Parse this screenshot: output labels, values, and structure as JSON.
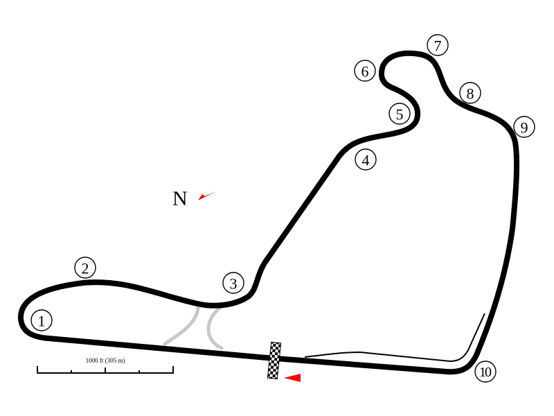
{
  "map": {
    "type": "race-circuit-layout",
    "turns": [
      {
        "number": "1",
        "label": "1"
      },
      {
        "number": "2",
        "label": "2"
      },
      {
        "number": "3",
        "label": "3"
      },
      {
        "number": "4",
        "label": "4"
      },
      {
        "number": "5",
        "label": "5"
      },
      {
        "number": "6",
        "label": "6"
      },
      {
        "number": "7",
        "label": "7"
      },
      {
        "number": "8",
        "label": "8"
      },
      {
        "number": "9",
        "label": "9"
      },
      {
        "number": "10",
        "label": "10"
      }
    ],
    "compass": {
      "label": "N",
      "arrow_color": "#ff0000"
    },
    "scale_bar": {
      "label": "1000 ft (305 m)",
      "divisions": 4
    },
    "start_finish": {
      "icon": "checkered-flag",
      "direction_arrow_color": "#ff0000"
    },
    "colors": {
      "track": "#000000",
      "runoff": "#c8c8c8",
      "background": "#ffffff",
      "accent": "#ff0000"
    }
  }
}
